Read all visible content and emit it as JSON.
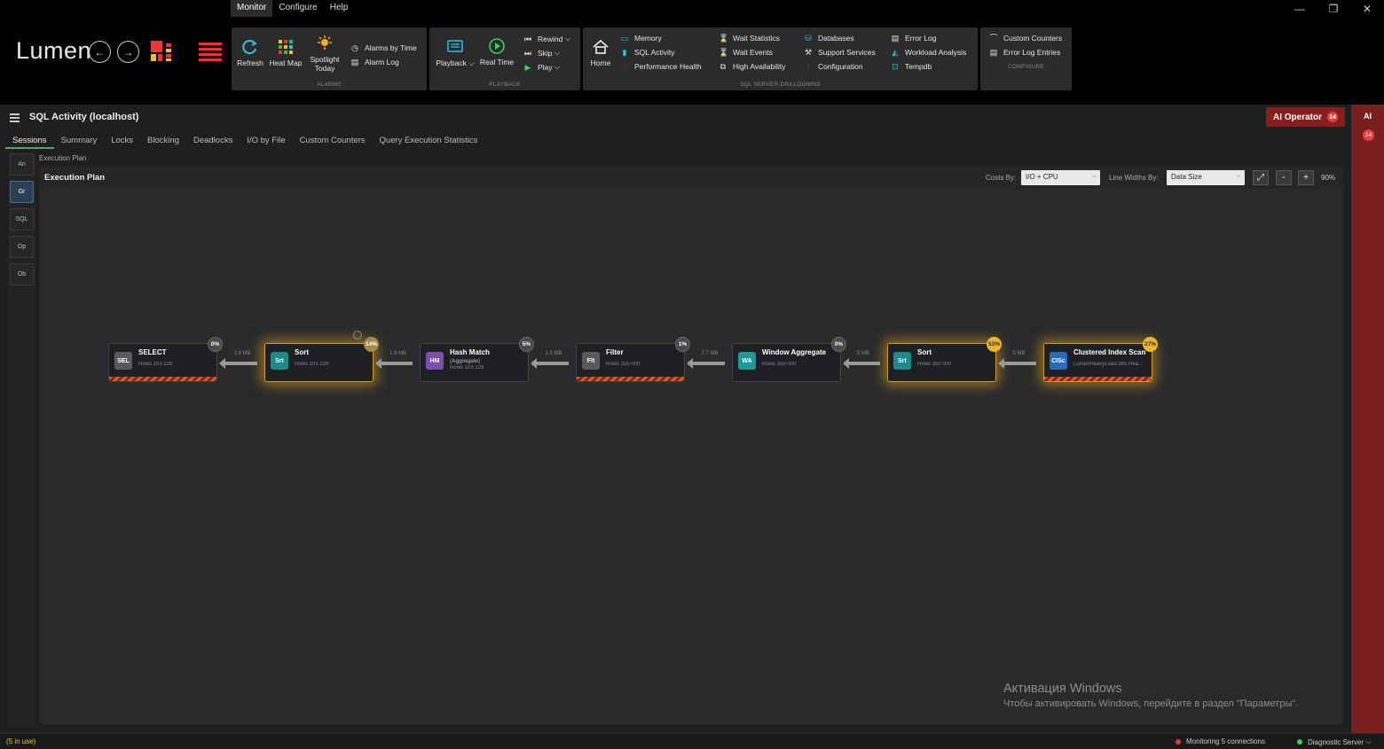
{
  "menu": [
    "Monitor",
    "Configure",
    "Help"
  ],
  "window_controls": {
    "minimize": "—",
    "restore": "❐",
    "close": "✕"
  },
  "brand": {
    "logo": "Lumen",
    "back": "←",
    "forward": "→"
  },
  "ribbon": {
    "alarms": {
      "label": "ALARMS",
      "refresh": "Refresh",
      "heat_map": "Heat Map",
      "spotlight": "Spotlight",
      "spotlight2": "Today",
      "alarms_by_time": "Alarms by Time",
      "alarm_log": "Alarm Log"
    },
    "playback": {
      "label": "PLAYBACK",
      "playback": "Playback",
      "real_time": "Real Time",
      "rewind": "Rewind",
      "skip": "Skip",
      "play": "Play",
      "caret": "⌵"
    },
    "drilldowns": {
      "label": "SQL SERVER DRILLDOWNS",
      "home": "Home",
      "memory": "Memory",
      "sql_activity": "SQL Activity",
      "performance_health": "Performance Health",
      "wait_statistics": "Wait Statistics",
      "wait_events": "Wait Events",
      "high_availability": "High Availability",
      "databases": "Databases",
      "support_services": "Support Services",
      "configuration": "Configuration",
      "error_log": "Error Log",
      "workload_analysis": "Workload Analysis",
      "tempdb": "Tempdb"
    },
    "configure": {
      "label": "CONFIGURE",
      "custom_counters": "Custom Counters",
      "error_log_entries": "Error Log Entries"
    }
  },
  "page": {
    "title": "SQL Activity (localhost)",
    "ai_operator": "AI Operator",
    "ai_badge": "14",
    "tabs": [
      "Sessions",
      "Summary",
      "Locks",
      "Blocking",
      "Deadlocks",
      "I/O by File",
      "Custom Counters",
      "Query Execution Statistics"
    ],
    "active_tab": "Sessions",
    "rail": [
      "An",
      "Gr",
      "SQL",
      "Op",
      "Ob"
    ],
    "breadcrumb": "Execution Plan",
    "header": "Execution Plan",
    "costs_by_label": "Costs By:",
    "costs_by": "I/O + CPU",
    "line_widths_label": "Line Widths By:",
    "line_widths": "Data Size",
    "zoom_minus": "-",
    "zoom_plus": "+",
    "zoom": "90%",
    "dropdown_caret": "⌵"
  },
  "plan": {
    "nodes": [
      {
        "abbr": "SEL",
        "name": "SELECT",
        "sub": "",
        "rows": "Rows 103 229",
        "pct": "0%",
        "color": "#5a5a5a",
        "glow": false,
        "stripe": true,
        "pct_style": "gray"
      },
      {
        "abbr": "Srt",
        "name": "Sort",
        "sub": "",
        "rows": "Rows 103 229",
        "pct": "14%",
        "color": "#1f8a8a",
        "glow": true,
        "stripe": false,
        "pct_style": "bronze"
      },
      {
        "abbr": "HM",
        "name": "Hash Match",
        "sub": "(Aggregate)",
        "rows": "Rows 103 229",
        "pct": "5%",
        "color": "#7a4fb0",
        "glow": false,
        "stripe": false,
        "pct_style": "gray"
      },
      {
        "abbr": "Flt",
        "name": "Filter",
        "sub": "",
        "rows": "Rows 105 000",
        "pct": "1%",
        "color": "#5a5a5a",
        "glow": false,
        "stripe": true,
        "pct_style": "gray"
      },
      {
        "abbr": "WA",
        "name": "Window Aggregate",
        "sub": "",
        "rows": "Rows 350 000",
        "pct": "0%",
        "color": "#1f9a9a",
        "glow": false,
        "stripe": false,
        "pct_style": "gray"
      },
      {
        "abbr": "Srt",
        "name": "Sort",
        "sub": "",
        "rows": "Rows 350 000",
        "pct": "53%",
        "color": "#1f8a8a",
        "glow": true,
        "stripe": false,
        "pct_style": "gold"
      },
      {
        "abbr": "CISc",
        "name": "Clustered Index Scan",
        "sub": "",
        "rows": "LumenHeavyLoad.dbo.Hea...",
        "pct": "27%",
        "color": "#2a6ab8",
        "glow": true,
        "stripe": true,
        "pct_style": "gold"
      }
    ],
    "edges": [
      "1.9 MB",
      "1.9 MB",
      "1.5 MB",
      "7.7 MB",
      "5 MB",
      "5 MB"
    ]
  },
  "watermark": {
    "line1": "Активация Windows",
    "line2": "Чтобы активировать Windows, перейдите в раздел \"Параметры\"."
  },
  "right_panel": {
    "label": "AI",
    "badge": "14"
  },
  "status": {
    "left": "(5 in use)",
    "monitoring": "Monitoring 5 connections",
    "diagnostic": "Diagnostic Server",
    "caret": "⌵"
  },
  "colors": {
    "accent_green": "#3bb55a",
    "alert_red": "#8a1e1e",
    "glow_gold": "#e8b82c"
  }
}
